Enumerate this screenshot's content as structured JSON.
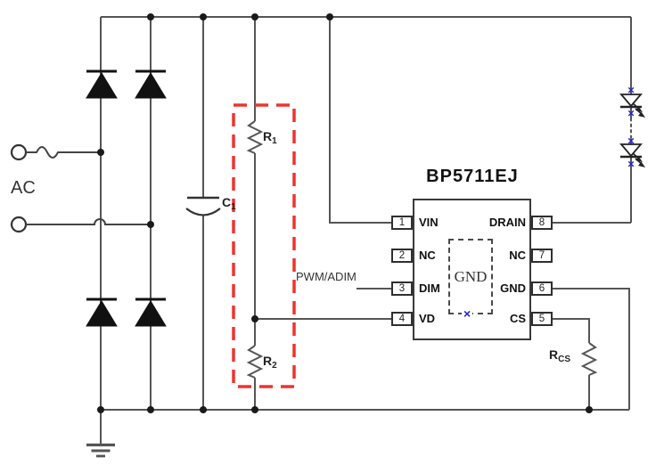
{
  "labels": {
    "ac": "AC",
    "dim_signal": "PWM/ADIM"
  },
  "components": {
    "c1": {
      "prefix": "C",
      "sub": "1"
    },
    "r1": {
      "prefix": "R",
      "sub": "1"
    },
    "r2": {
      "prefix": "R",
      "sub": "2"
    },
    "rcs": {
      "prefix": "R",
      "sub": "CS"
    }
  },
  "ic": {
    "part_number": "BP5711EJ",
    "pad_label": "GND",
    "left_pins": [
      {
        "number": "1",
        "label": "VIN"
      },
      {
        "number": "2",
        "label": "NC"
      },
      {
        "number": "3",
        "label": "DIM"
      },
      {
        "number": "4",
        "label": "VD"
      }
    ],
    "right_pins": [
      {
        "number": "8",
        "label": "DRAIN"
      },
      {
        "number": "7",
        "label": "NC"
      },
      {
        "number": "6",
        "label": "GND"
      },
      {
        "number": "5",
        "label": "CS"
      }
    ]
  },
  "markers": {
    "x_glyph": "×"
  },
  "colors": {
    "wire": "#555555",
    "component_outline": "#222222",
    "highlight_box": "#ee342e",
    "marker_blue": "#2323cc",
    "background": "#ffffff"
  }
}
